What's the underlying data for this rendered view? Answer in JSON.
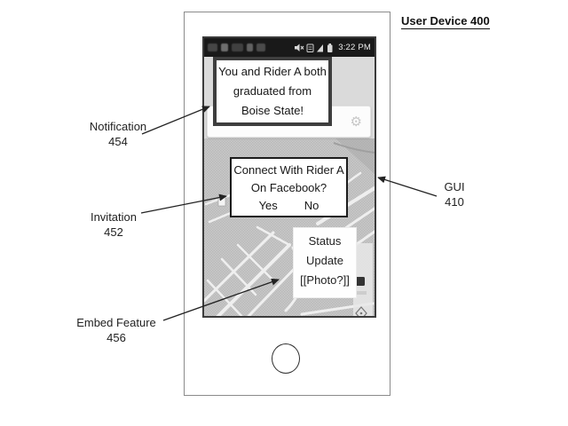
{
  "figure": {
    "title": "User Device 400"
  },
  "phone": {
    "status_bar": {
      "time": "3:22 PM",
      "right_icons": [
        "mute-icon",
        "network-icon",
        "signal-icon",
        "battery-icon"
      ]
    },
    "map_search": {
      "value": "",
      "settings_glyph": "⚙"
    },
    "notification_popup": {
      "lines": [
        "You and Rider A both",
        "graduated from",
        "Boise State!"
      ]
    },
    "invitation_dialog": {
      "lines": [
        "Connect With Rider A",
        "On Facebook?"
      ],
      "yes_label": "Yes",
      "no_label": "No"
    },
    "status_update_card": {
      "lines": [
        "Status",
        "Update",
        "[[Photo?]]"
      ]
    }
  },
  "callouts": {
    "notification": {
      "label": "Notification",
      "ref": "454"
    },
    "invitation": {
      "label": "Invitation",
      "ref": "452"
    },
    "gui": {
      "label": "GUI",
      "ref": "410"
    },
    "embed_feature": {
      "label": "Embed Feature",
      "ref": "456"
    }
  },
  "colors": {
    "map_gray": "#c8c8c8",
    "map_street": "#efefef",
    "status_bar_bg": "#191919",
    "popup_border": "#3d3d3d",
    "dialog_border": "#1c1c1c",
    "text": "#1c1c1c"
  }
}
